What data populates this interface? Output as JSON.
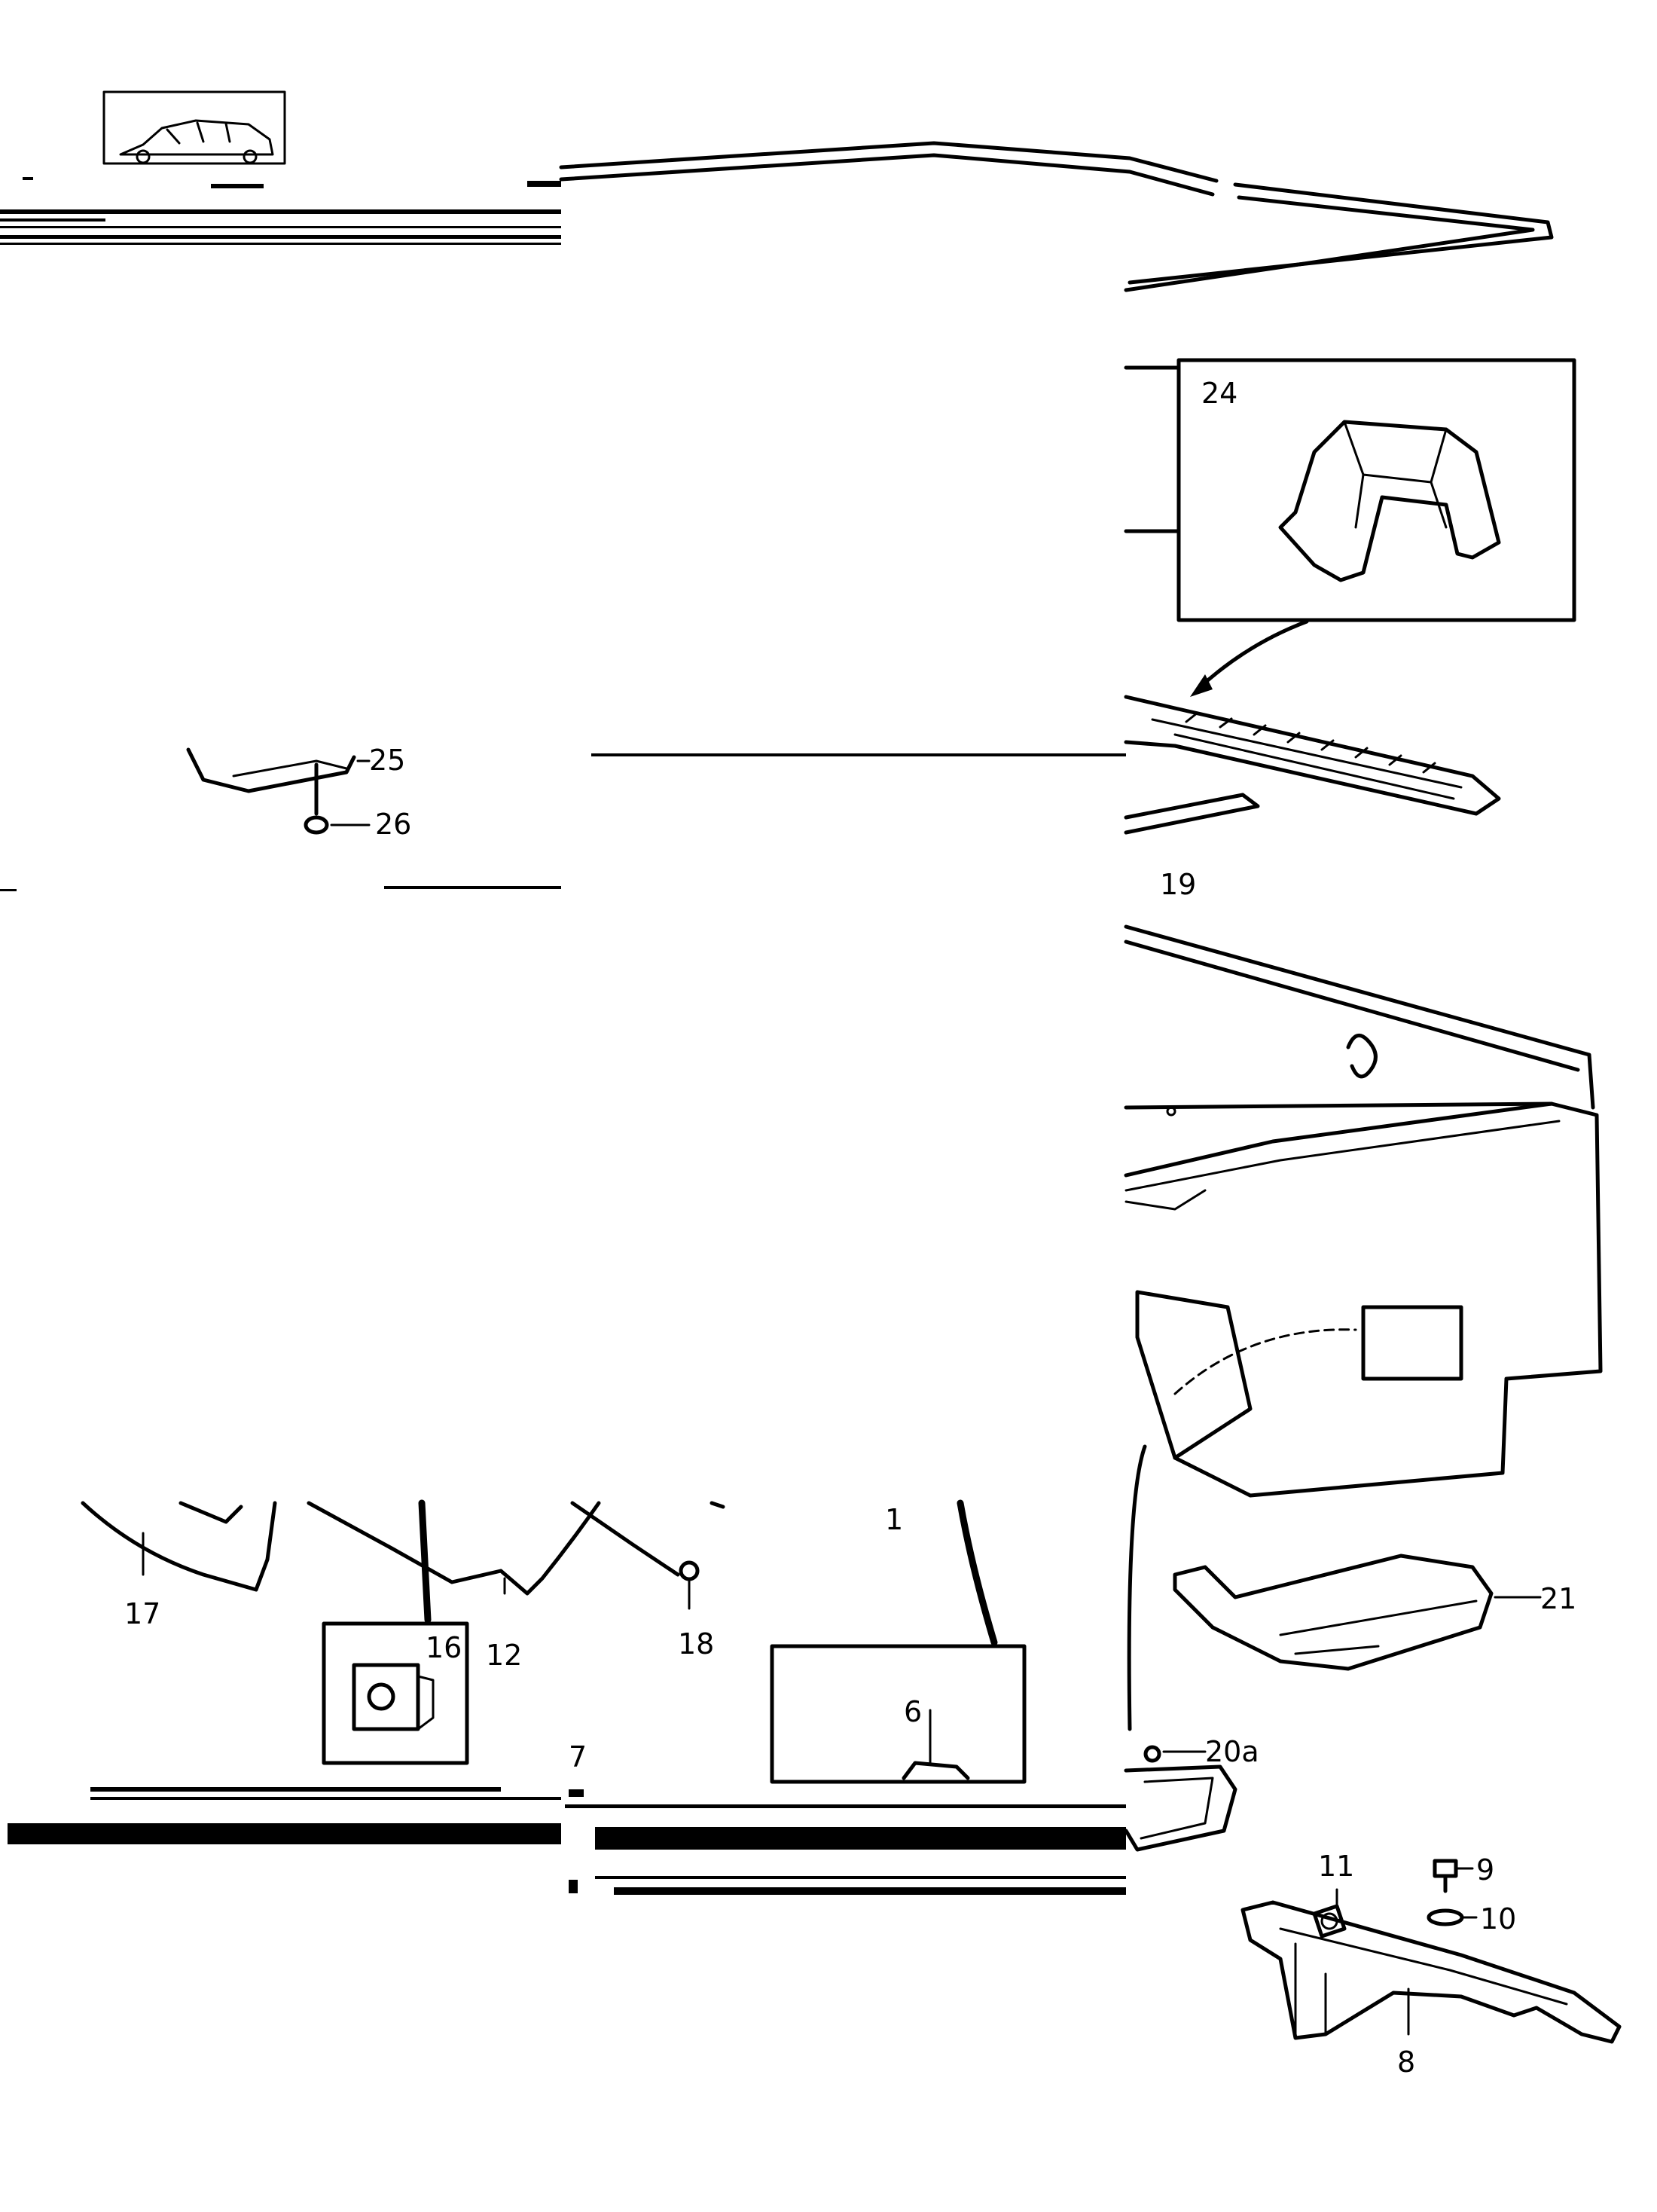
{
  "callouts": {
    "c1": "1",
    "c6": "6",
    "c7": "7",
    "c8": "8",
    "c9": "9",
    "c10": "10",
    "c11": "11",
    "c12": "12",
    "c16": "16",
    "c17": "17",
    "c18": "18",
    "c19": "19",
    "c20a": "20a",
    "c21": "21",
    "c24": "24",
    "c25": "25",
    "c26": "26"
  },
  "icons": {
    "vehicle": "car-silhouette-icon"
  },
  "colors": {
    "ink": "#000000",
    "paper": "#ffffff"
  }
}
